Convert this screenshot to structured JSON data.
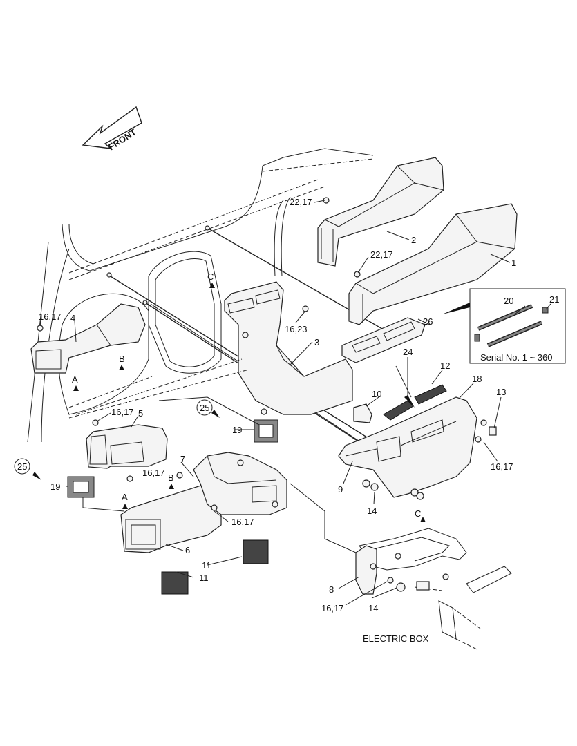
{
  "diagram": {
    "front_label": "FRONT",
    "inset_caption": "Serial No. 1 ~ 360",
    "electric_box_label": "ELECTRIC BOX",
    "callouts": {
      "c1": "1",
      "c2": "2",
      "c3": "3",
      "c4": "4",
      "c5": "5",
      "c6": "6",
      "c7": "7",
      "c8": "8",
      "c9": "9",
      "c10": "10",
      "c11a": "11",
      "c11b": "11",
      "c12": "12",
      "c13": "13",
      "c14a": "14",
      "c14b": "14",
      "c16_17a": "16,17",
      "c16_17b": "16,17",
      "c16_17c": "16,17",
      "c16_17d": "16,17",
      "c16_17e": "16,17",
      "c16_17f": "16,17",
      "c16_23": "16,23",
      "c18": "18",
      "c19a": "19",
      "c19b": "19",
      "c20": "20",
      "c21": "21",
      "c22_17a": "22,17",
      "c22_17b": "22,17",
      "c24": "24",
      "c25a": "25",
      "c25b": "25",
      "c26": "26"
    },
    "refs": {
      "A1": "A",
      "A2": "A",
      "B1": "B",
      "B2": "B",
      "C1": "C",
      "C2": "C"
    }
  }
}
